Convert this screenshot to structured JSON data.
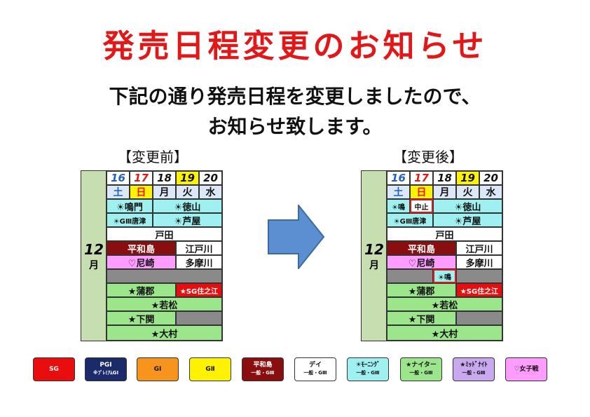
{
  "title": "発売日程変更のお知らせ",
  "subtitle_line1": "下記の通り発売日程を変更しましたので、",
  "subtitle_line2": "お知らせ致します。",
  "before": {
    "caption": "【変更前】",
    "month_num": "12",
    "month_char": "月",
    "days": [
      "16",
      "17",
      "18",
      "19",
      "20"
    ],
    "dows": [
      "土",
      "日",
      "月",
      "火",
      "水"
    ],
    "row_naruto": "☀鳴門",
    "row_tokuyama": "☀徳山",
    "row_karatsu": "☀GⅢ唐津",
    "row_ashiya": "☀芦屋",
    "row_toda": "戸田",
    "row_heiwajima": "平和島",
    "row_edogawa": "江戸川",
    "row_amagasaki": "♡尼崎",
    "row_tamagawa": "多摩川",
    "row_gamagori": "★蒲郡",
    "row_suminoe": "★SG住之江",
    "row_wakamatsu": "★若松",
    "row_shimonoseki": "★下関",
    "row_omura": "★大村"
  },
  "after": {
    "caption": "【変更後】",
    "month_num": "12",
    "month_char": "月",
    "days": [
      "16",
      "17",
      "18",
      "19",
      "20"
    ],
    "dows": [
      "土",
      "日",
      "月",
      "火",
      "水"
    ],
    "row_naruto": "☀鳴",
    "row_chushi": "中止",
    "row_tokuyama": "☀徳山",
    "row_karatsu": "☀GⅢ唐津",
    "row_ashiya": "☀芦屋",
    "row_toda": "戸田",
    "row_heiwajima": "平和島",
    "row_edogawa": "江戸川",
    "row_amagasaki": "♡尼崎",
    "row_tamagawa": "多摩川",
    "row_naruto2": "☀鳴",
    "row_gamagori": "★蒲郡",
    "row_suminoe": "★SG住之江",
    "row_wakamatsu": "★若松",
    "row_shimonoseki": "★下関",
    "row_omura": "★大村"
  },
  "legend": [
    {
      "l1": "SG",
      "l2": "",
      "bg": "#e90d0d",
      "fg": "#ffffff"
    },
    {
      "l1": "PGⅠ",
      "l2": "※ﾌﾟﾚﾐｱﾑGⅠ",
      "bg": "#1b2a6b",
      "fg": "#ffffff"
    },
    {
      "l1": "GⅠ",
      "l2": "",
      "bg": "#f7941d",
      "fg": "#111111"
    },
    {
      "l1": "GⅡ",
      "l2": "",
      "bg": "#fff200",
      "fg": "#111111"
    },
    {
      "l1": "平和島",
      "l2": "一般・GⅢ",
      "bg": "#8b0e0e",
      "fg": "#ffffff"
    },
    {
      "l1": "デイ",
      "l2": "一般・GⅢ",
      "bg": "#ffffff",
      "fg": "#111111"
    },
    {
      "l1": "☀ﾓｰﾆﾝｸﾞ",
      "l2": "一般・GⅢ",
      "bg": "#9ff0f0",
      "fg": "#111111"
    },
    {
      "l1": "★ナイター",
      "l2": "一般・GⅢ",
      "bg": "#9be58b",
      "fg": "#111111"
    },
    {
      "l1": "★ﾐｯﾄﾞﾅｲﾄ",
      "l2": "一般・GⅢ",
      "bg": "#c9a8f0",
      "fg": "#111111"
    },
    {
      "l1": "♡女子戦",
      "l2": "",
      "bg": "#ff9cff",
      "fg": "#111111"
    }
  ]
}
